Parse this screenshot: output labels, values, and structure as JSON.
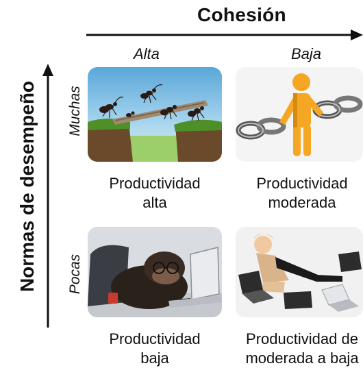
{
  "axes": {
    "x_title": "Cohesión",
    "y_title": "Normas de desempeño"
  },
  "columns": [
    "Alta",
    "Baja"
  ],
  "rows": [
    "Muchas",
    "Pocas"
  ],
  "cells": [
    {
      "line1": "Productividad",
      "line2": "alta",
      "image": "ants-bridge-image"
    },
    {
      "line1": "Productividad",
      "line2": "moderada",
      "image": "chain-figure-image"
    },
    {
      "line1": "Productividad",
      "line2": "baja",
      "image": "chimp-laptop-image"
    },
    {
      "line1": "Productividad de",
      "line2": "moderada a baja",
      "image": "woman-laptops-image"
    }
  ],
  "colors": {
    "text": "#111111",
    "arrow": "#111111"
  }
}
